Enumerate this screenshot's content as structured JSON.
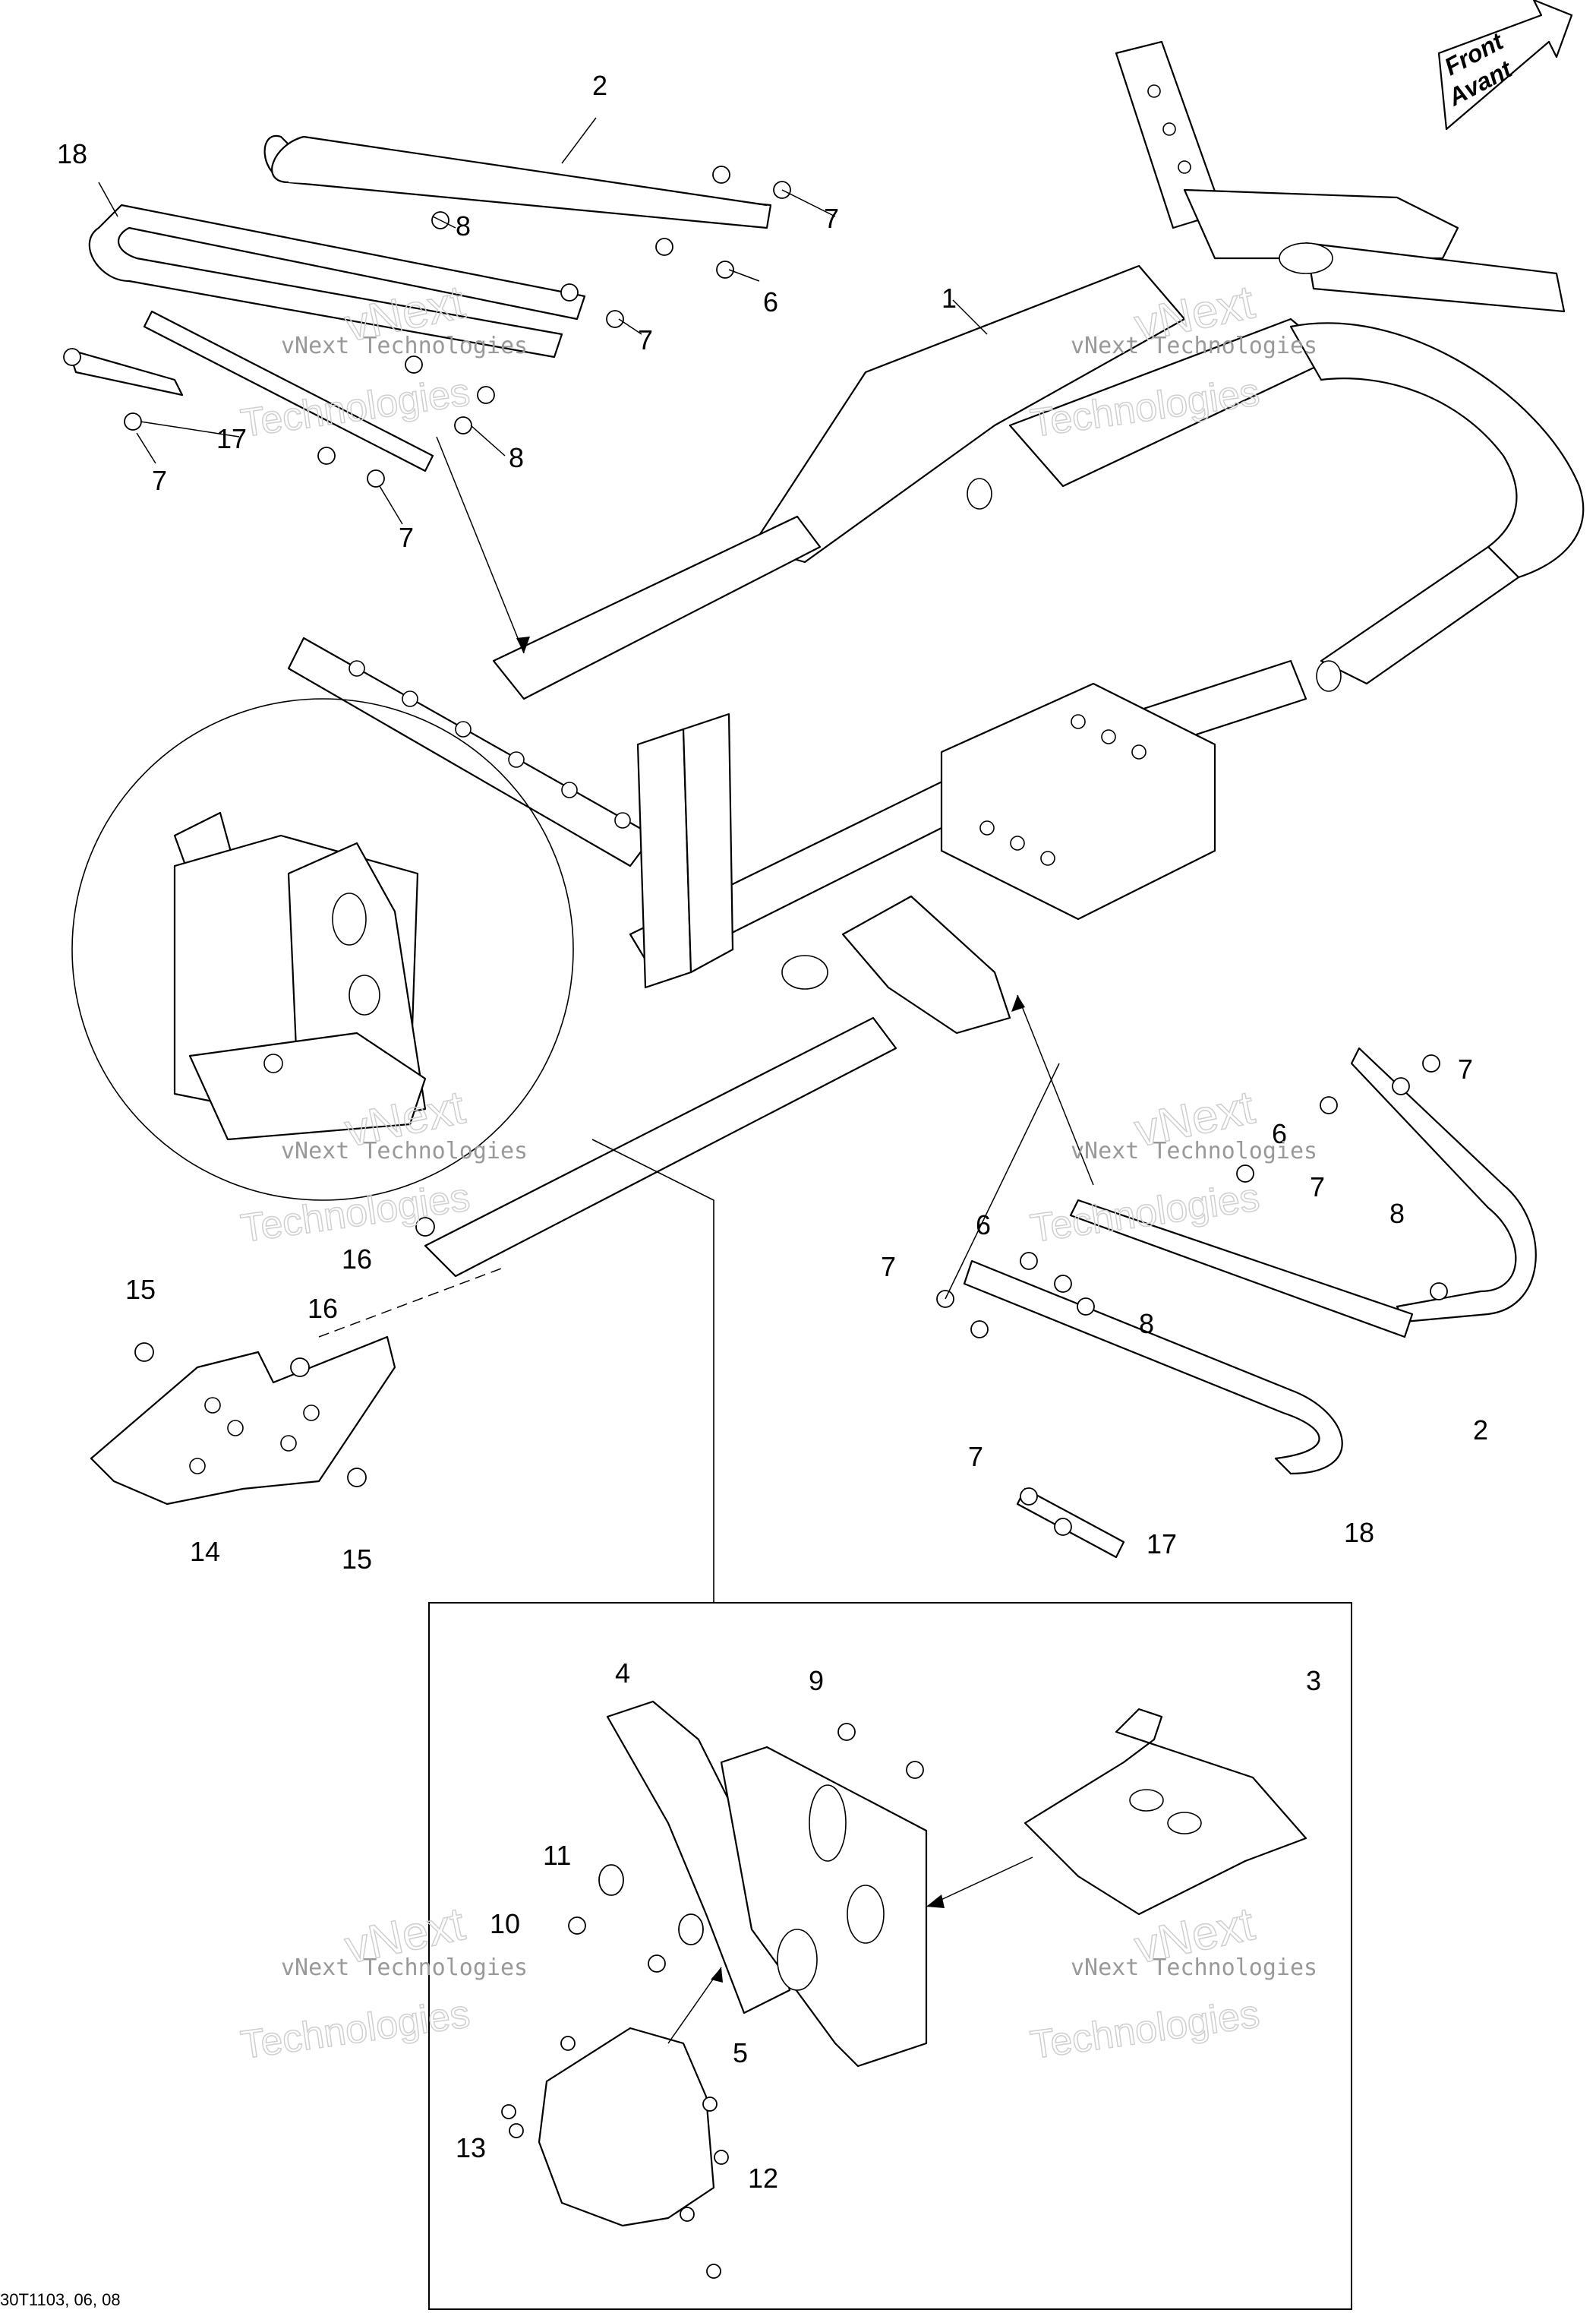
{
  "callouts": {
    "c1": "1",
    "c2a": "2",
    "c2b": "2",
    "c3": "3",
    "c4": "4",
    "c5": "5",
    "c6a": "6",
    "c6b": "6",
    "c6c": "6",
    "c7a": "7",
    "c7b": "7",
    "c7c": "7",
    "c7d": "7",
    "c7e": "7",
    "c7f": "7",
    "c7g": "7",
    "c7h": "7",
    "c8a": "8",
    "c8b": "8",
    "c8c": "8",
    "c8d": "8",
    "c9": "9",
    "c10": "10",
    "c11": "11",
    "c12": "12",
    "c13": "13",
    "c14": "14",
    "c15a": "15",
    "c15b": "15",
    "c16a": "16",
    "c16b": "16",
    "c17a": "17",
    "c17b": "17",
    "c18a": "18",
    "c18b": "18"
  },
  "direction": {
    "line1": "Front",
    "line2": "Avant"
  },
  "watermark": {
    "small": "vNext Technologies",
    "big1": "vNext",
    "big2": "Technologies"
  },
  "doc_code": "30T1103, 06, 08"
}
